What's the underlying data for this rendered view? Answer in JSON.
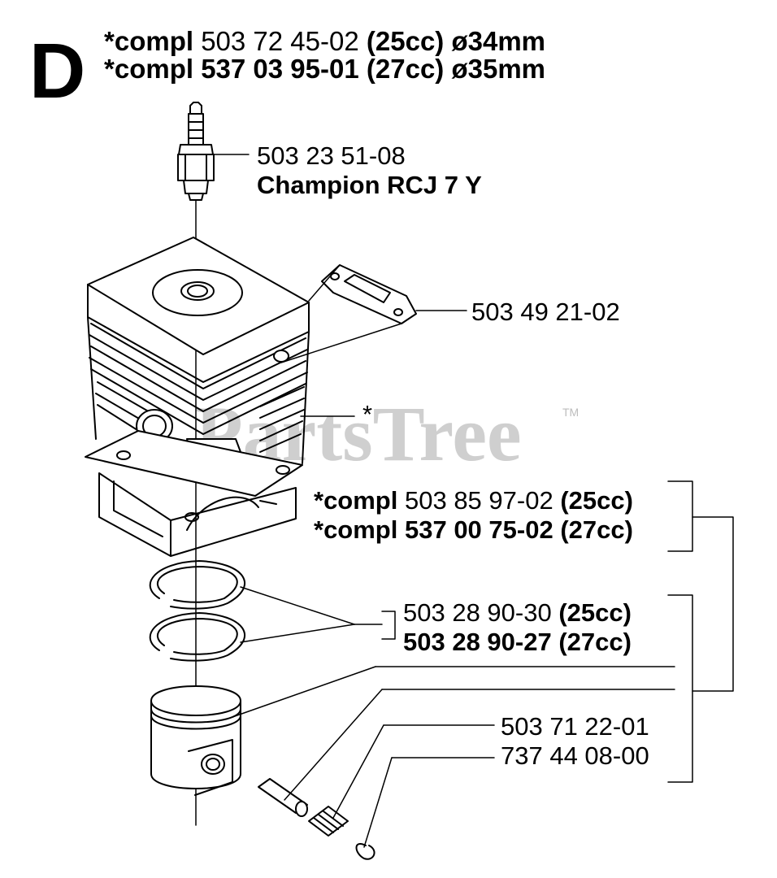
{
  "section_letter": "D",
  "header": {
    "line1": {
      "prefix": "*compl",
      "part": "503 72 45-02",
      "size": "(25cc)",
      "dia": "ø34mm"
    },
    "line2": {
      "prefix": "*compl",
      "part": "537 03 95-01",
      "size": "(27cc)",
      "dia": "ø35mm"
    }
  },
  "spark_plug": {
    "part": "503 23 51-08",
    "name": "Champion RCJ 7 Y"
  },
  "gasket": {
    "part": "503 49 21-02"
  },
  "cylinder_marker": "*",
  "kit": {
    "line1": {
      "prefix": "*compl",
      "part": "503 85 97-02",
      "size": "(25cc)"
    },
    "line2": {
      "prefix": "*compl",
      "part": "537 00 75-02",
      "size": "(27cc)"
    }
  },
  "rings": {
    "line1": {
      "part": "503 28 90-30",
      "size": "(25cc)"
    },
    "line2": {
      "part": "503 28 90-27",
      "size": "(27cc)"
    }
  },
  "pin_parts": {
    "bearing": "503 71 22-01",
    "circlip": "737 44 08-00"
  },
  "watermark": {
    "text": "PartsTree",
    "tm": "TM"
  }
}
